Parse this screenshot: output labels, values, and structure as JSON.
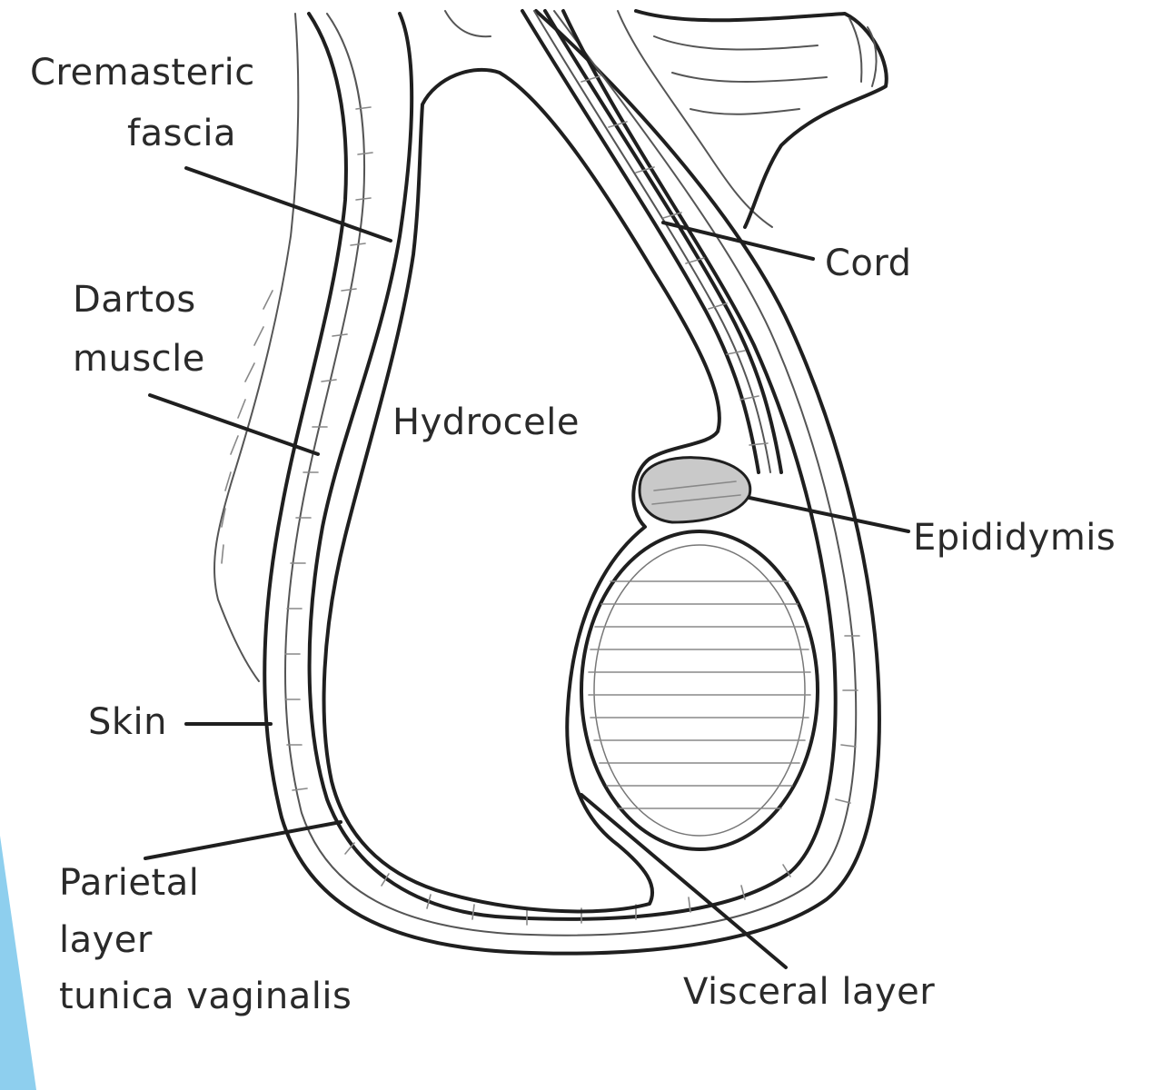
{
  "colors": {
    "accent": "#8ecfee",
    "line": "#1f1f1f",
    "background": "#ffffff"
  },
  "labels": {
    "cremasteric_line1": "Cremasteric",
    "cremasteric_line2": "fascia",
    "dartos_line1": "Dartos",
    "dartos_line2": "muscle",
    "hydrocele": "Hydrocele",
    "cord": "Cord",
    "epididymis": "Epididymis",
    "skin": "Skin",
    "parietal_line1": "Parietal",
    "parietal_line2": "layer",
    "parietal_line3": "tunica vaginalis",
    "visceral": "Visceral layer"
  }
}
